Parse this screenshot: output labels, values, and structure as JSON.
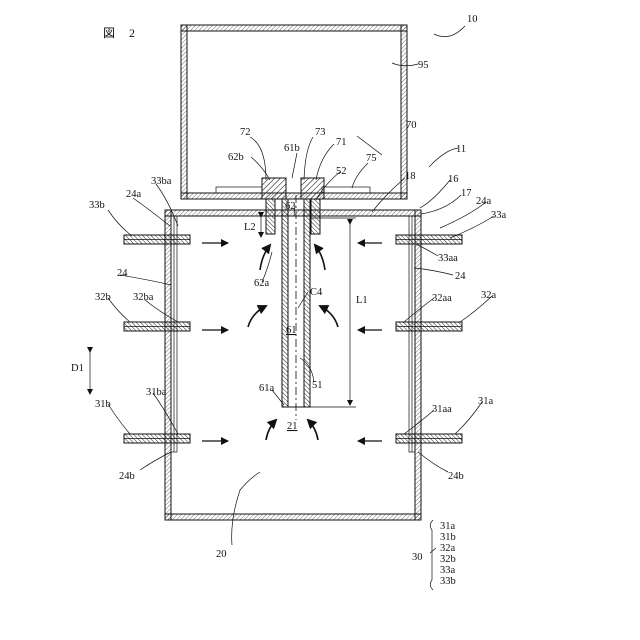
{
  "figure": {
    "title": "図　2"
  },
  "labels": {
    "l10": "10",
    "l95": "95",
    "l11": "11",
    "l70": "70",
    "l72": "72",
    "l73": "73",
    "l71": "71",
    "l61b": "61b",
    "l62b": "62b",
    "l52": "52",
    "l75": "75",
    "l18": "18",
    "l16": "16",
    "l17": "17",
    "l24a_r": "24a",
    "l33a": "33a",
    "l33aa": "33aa",
    "l24_r": "24",
    "l32a": "32a",
    "l32aa": "32aa",
    "l31aa": "31aa",
    "l31a": "31a",
    "l24b_r": "24b",
    "l33b": "33b",
    "l24a_l": "24a",
    "l33ba": "33ba",
    "l62": "62",
    "l L2": "L2",
    "l62a": "62a",
    "l24_l": "24",
    "lC4": "C4",
    "lL1": "L1",
    "l32b": "32b",
    "l32ba": "32ba",
    "l61": "61",
    "lD1": "D1",
    "l51": "51",
    "l61a": "61a",
    "l31b": "31b",
    "l31ba": "31ba",
    "l21": "21",
    "l24b_l": "24b",
    "l20": "20",
    "l30": "30"
  },
  "legend_group": {
    "items": [
      "31a",
      "31b",
      "32a",
      "32b",
      "33a",
      "33b"
    ]
  }
}
